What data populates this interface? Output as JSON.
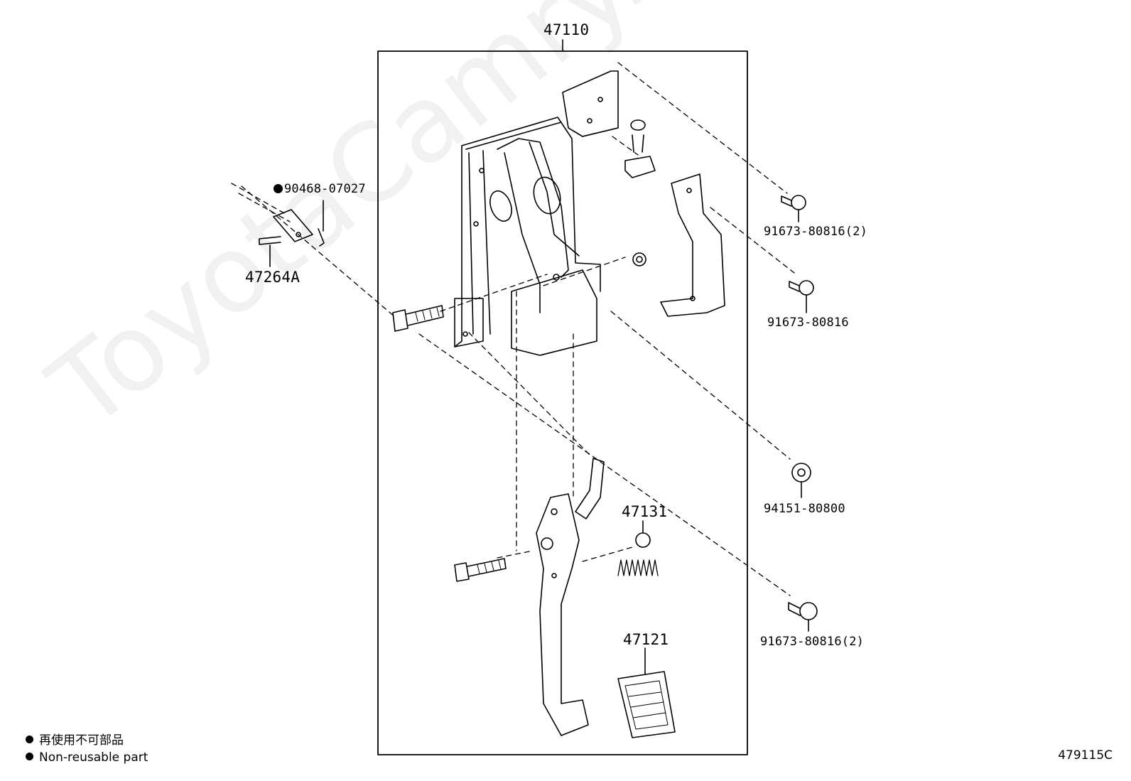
{
  "watermark": "ToyotaCamry.ru",
  "assembly_label": "47110",
  "labels": {
    "clip": "90468-07027",
    "pin": "47264A",
    "bolt_top": "91673-80816(2)",
    "bolt_mid": "91673-80816",
    "nut": "94151-80800",
    "bolt_bottom": "91673-80816(2)",
    "spring": "47131",
    "pad": "47121"
  },
  "legend": {
    "line_jp": "再使用不可部品",
    "line_en": "Non-reusable part"
  },
  "diagram_code": "479115C"
}
